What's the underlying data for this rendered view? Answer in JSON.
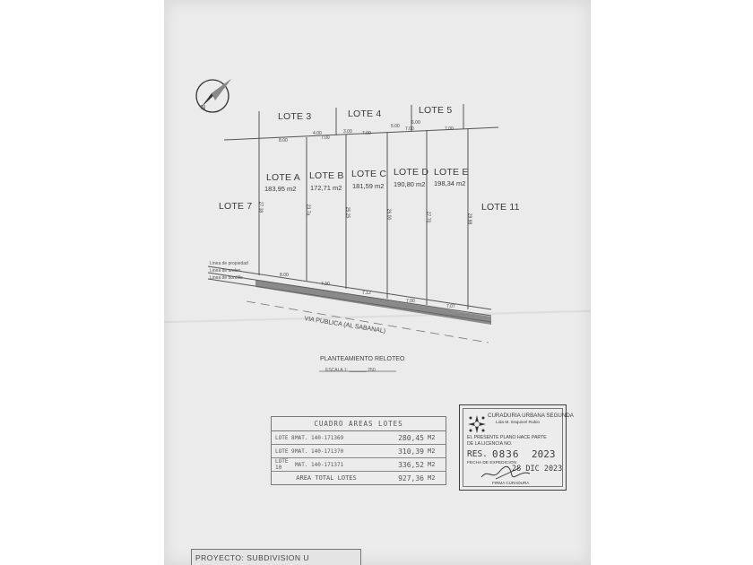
{
  "lotes_adj": {
    "l3": "LOTE 3",
    "l4": "LOTE 4",
    "l5": "LOTE 5",
    "l7": "LOTE 7",
    "l11": "LOTE 11"
  },
  "lotes": [
    {
      "name": "LOTE A",
      "area": "183,95 m2"
    },
    {
      "name": "LOTE B",
      "area": "172,71 m2"
    },
    {
      "name": "LOTE C",
      "area": "181,59 m2"
    },
    {
      "name": "LOTE D",
      "area": "190,80 m2"
    },
    {
      "name": "LOTE E",
      "area": "198,34 m2"
    }
  ],
  "dims_top": [
    "8.00",
    "4.00",
    "3.00",
    "7.00",
    "7.00",
    "5.00",
    "7.00",
    "6.00",
    "7.00",
    "7.00"
  ],
  "dims_side": [
    "27.39",
    "23.7a",
    "25.25",
    "26.00",
    "27.70",
    "28.88"
  ],
  "dims_bottom": [
    "8.00",
    "7.30",
    "7.12",
    "7.00",
    "7.07"
  ],
  "lineas": [
    "Linea de propiedad",
    "Linea de anden",
    "Linea de bordillo"
  ],
  "via": "VIA PUBLICA (AL SABANAL)",
  "plan_title": "PLANTEAMIENTO RELOTEO",
  "escala": "ESCALA 1: _______ 250",
  "cuadro": {
    "title": "CUADRO  AREAS  LOTES",
    "rows": [
      {
        "lote": "LOTE 8",
        "mat": "MAT.  140-171369",
        "area": "280,45",
        "unit": "M2"
      },
      {
        "lote": "LOTE 9",
        "mat": "MAT.  140-171370",
        "area": "310,39",
        "unit": "M2"
      },
      {
        "lote": "LOTE 10",
        "mat": "MAT.  140-171371",
        "area": "336,52",
        "unit": "M2"
      }
    ],
    "total_label": "AREA  TOTAL  LOTES",
    "total_value": "927,36",
    "total_unit": "M2"
  },
  "stamp": {
    "title": "CURADURIA URBANA SEGUNDA",
    "name": "Lida M. Esquivel Rubio",
    "line1": "EL PRESENTE PLANO HACE PARTE",
    "line2": "DE LA LICENCIA NO.",
    "res_label": "RES.",
    "res_number": "0836",
    "res_year": "2023",
    "fecha_label": "FECHA DE EXPEDICION",
    "date": "28 DIC 2023",
    "firma": "FIRMA CURADURA"
  },
  "proyecto": "PROYECTO: SUBDIVISION U"
}
